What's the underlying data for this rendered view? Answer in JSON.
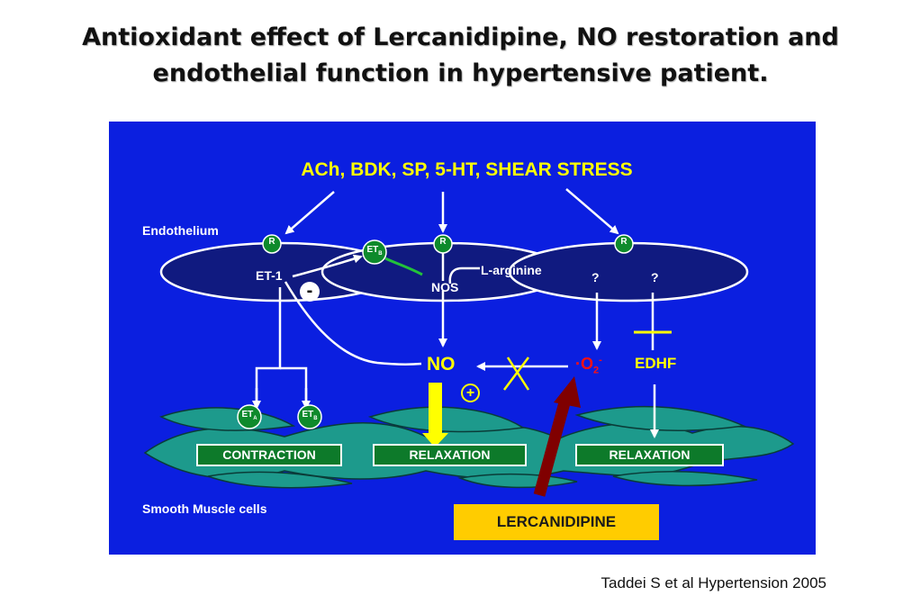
{
  "title": {
    "line1": "Antioxidant effect of Lercanidipine, NO restoration and",
    "line2": "endothelial function in hypertensive patient."
  },
  "diagram": {
    "stimuli": "ACh, BDK, SP, 5-HT, SHEAR STRESS",
    "endothelium_label": "Endothelium",
    "smooth_muscle_label": "Smooth Muscle cells",
    "receptor_label": "R",
    "et1_label": "ET-1",
    "etb_label": "ET",
    "etb_sub": "B",
    "eta_label": "ET",
    "eta_sub": "A",
    "l_arginine_label": "L-arginine",
    "nos_label": "NOS",
    "unknown_1": "?",
    "unknown_2": "?",
    "no_label": "NO",
    "superoxide_label": "·O",
    "superoxide_sub": "2",
    "superoxide_sup": "-",
    "edhf_label": "EDHF",
    "minus_sign": "-",
    "plus_sign": "+",
    "contraction_label": "CONTRACTION",
    "relaxation_label_1": "RELAXATION",
    "relaxation_label_2": "RELAXATION",
    "drug_label": "LERCANIDIPINE"
  },
  "colors": {
    "panel_bg": "#0b1fe0",
    "cell_fill": "#101a80",
    "muscle_fill": "#1d9a8c",
    "box_fill": "#0d7a2a",
    "stimulus_text": "#ffff00",
    "drug_box": "#ffcc00",
    "radical_red": "#ff1010",
    "lercan_arrow": "#800000"
  },
  "citation": "Taddei S et al Hypertension 2005"
}
